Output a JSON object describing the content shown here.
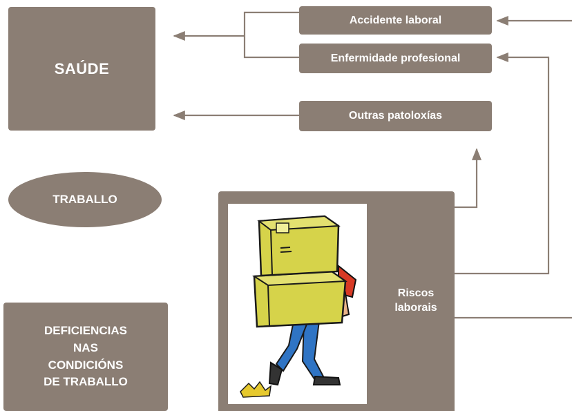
{
  "nodes": {
    "saude": "SAÚDE",
    "accidente": "Accidente laboral",
    "enfermidade": "Enfermidade profesional",
    "outras": "Outras patoloxías",
    "traballo": "TRABALLO",
    "deficiencias": "DEFICIENCIAS\nNAS\nCONDICIÓNS\nDE TRABALLO",
    "riscos": "Riscos\nlaborais"
  },
  "illustration": "person-carrying-boxes-slipping-on-banana-peel",
  "colors": {
    "box": "#8b7e74",
    "arrow": "#8b7e74",
    "text": "#ffffff",
    "box_fill": "#d6d34a",
    "shirt": "#d83a25",
    "jeans": "#2f74c4",
    "banana": "#e6c92e"
  }
}
